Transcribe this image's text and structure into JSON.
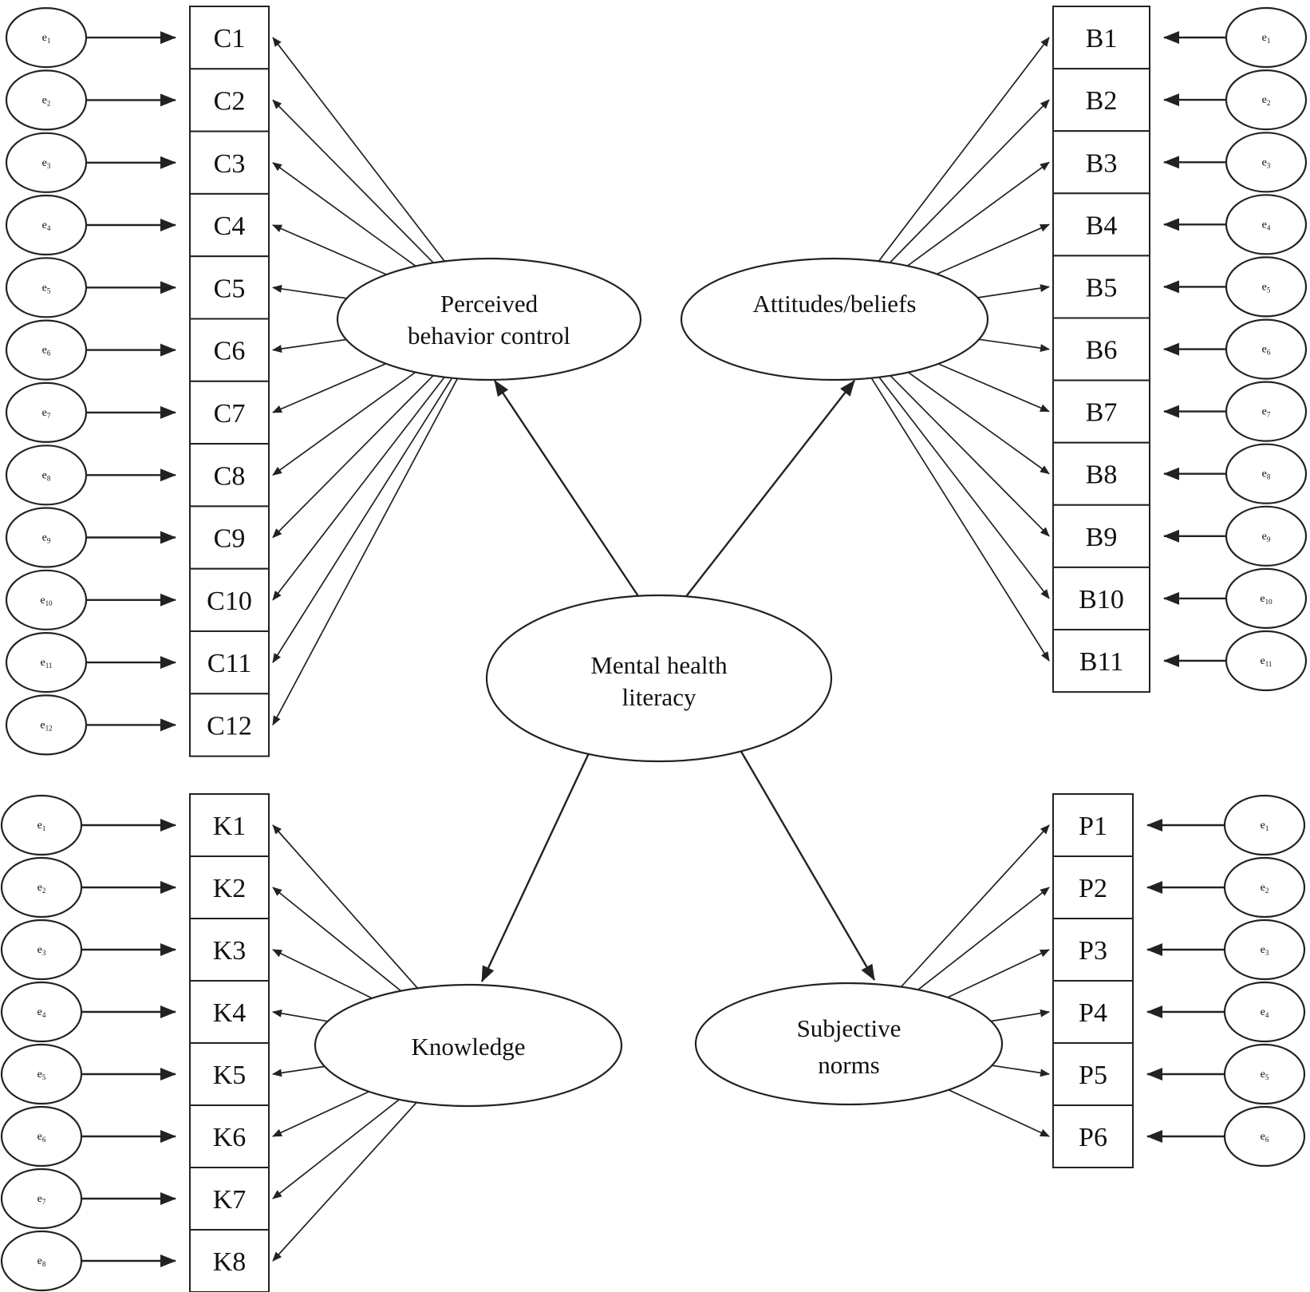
{
  "center": {
    "line1": "Mental health",
    "line2": "literacy"
  },
  "factors": {
    "pbc": {
      "line1": "Perceived",
      "line2": "behavior control"
    },
    "att": {
      "line1": "Attitudes/beliefs",
      "line2": ""
    },
    "know": {
      "line1": "Knowledge",
      "line2": ""
    },
    "sn": {
      "line1": "Subjective",
      "line2": "norms"
    }
  },
  "error_prefix": "e",
  "indicators": {
    "pbc": [
      "C1",
      "C2",
      "C3",
      "C4",
      "C5",
      "C6",
      "C7",
      "C8",
      "C9",
      "C10",
      "C11",
      "C12"
    ],
    "att": [
      "B1",
      "B2",
      "B3",
      "B4",
      "B5",
      "B6",
      "B7",
      "B8",
      "B9",
      "B10",
      "B11"
    ],
    "know": [
      "K1",
      "K2",
      "K3",
      "K4",
      "K5",
      "K6",
      "K7",
      "K8"
    ],
    "sn": [
      "P1",
      "P2",
      "P3",
      "P4",
      "P5",
      "P6"
    ]
  }
}
